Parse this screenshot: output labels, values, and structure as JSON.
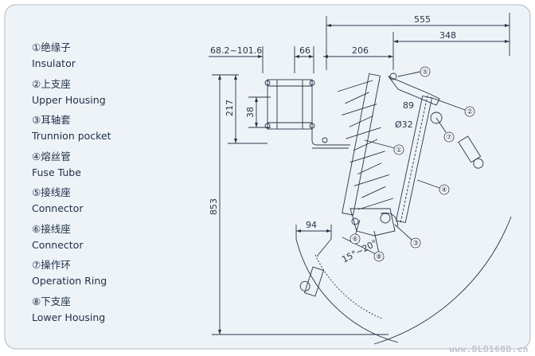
{
  "legend": [
    {
      "number": "①",
      "cn": "绝缘子",
      "en": "Insulator"
    },
    {
      "number": "②",
      "cn": "上支座",
      "en": "Upper Housing"
    },
    {
      "number": "③",
      "cn": "耳轴套",
      "en": "Trunnion pocket"
    },
    {
      "number": "④",
      "cn": "熔丝管",
      "en": "Fuse Tube"
    },
    {
      "number": "⑤",
      "cn": "接线座",
      "en": "Connector"
    },
    {
      "number": "⑥",
      "cn": "接线座",
      "en": "Connector"
    },
    {
      "number": "⑦",
      "cn": "操作环",
      "en": "Operation Ring"
    },
    {
      "number": "⑧",
      "cn": "下支座",
      "en": "Lower Housing"
    }
  ],
  "dimensions": {
    "d555": "555",
    "d348": "348",
    "d68": "68.2~101.6",
    "d66": "66",
    "d206": "206",
    "d217": "217",
    "d38": "38",
    "d853": "853",
    "d89": "89",
    "d32": "Ø32",
    "d94": "94",
    "angle": "15°~20°"
  },
  "callouts": {
    "c1": "①",
    "c2": "②",
    "c3": "③",
    "c4": "④",
    "c5": "⑤",
    "c6": "⑥",
    "c7": "⑦",
    "c8": "⑧"
  },
  "watermark": "www.DLB168B.cn",
  "colors": {
    "background": "#ffffff",
    "panel": "#eef3f8",
    "line": "#2a3447",
    "text": "#1f2f45"
  }
}
